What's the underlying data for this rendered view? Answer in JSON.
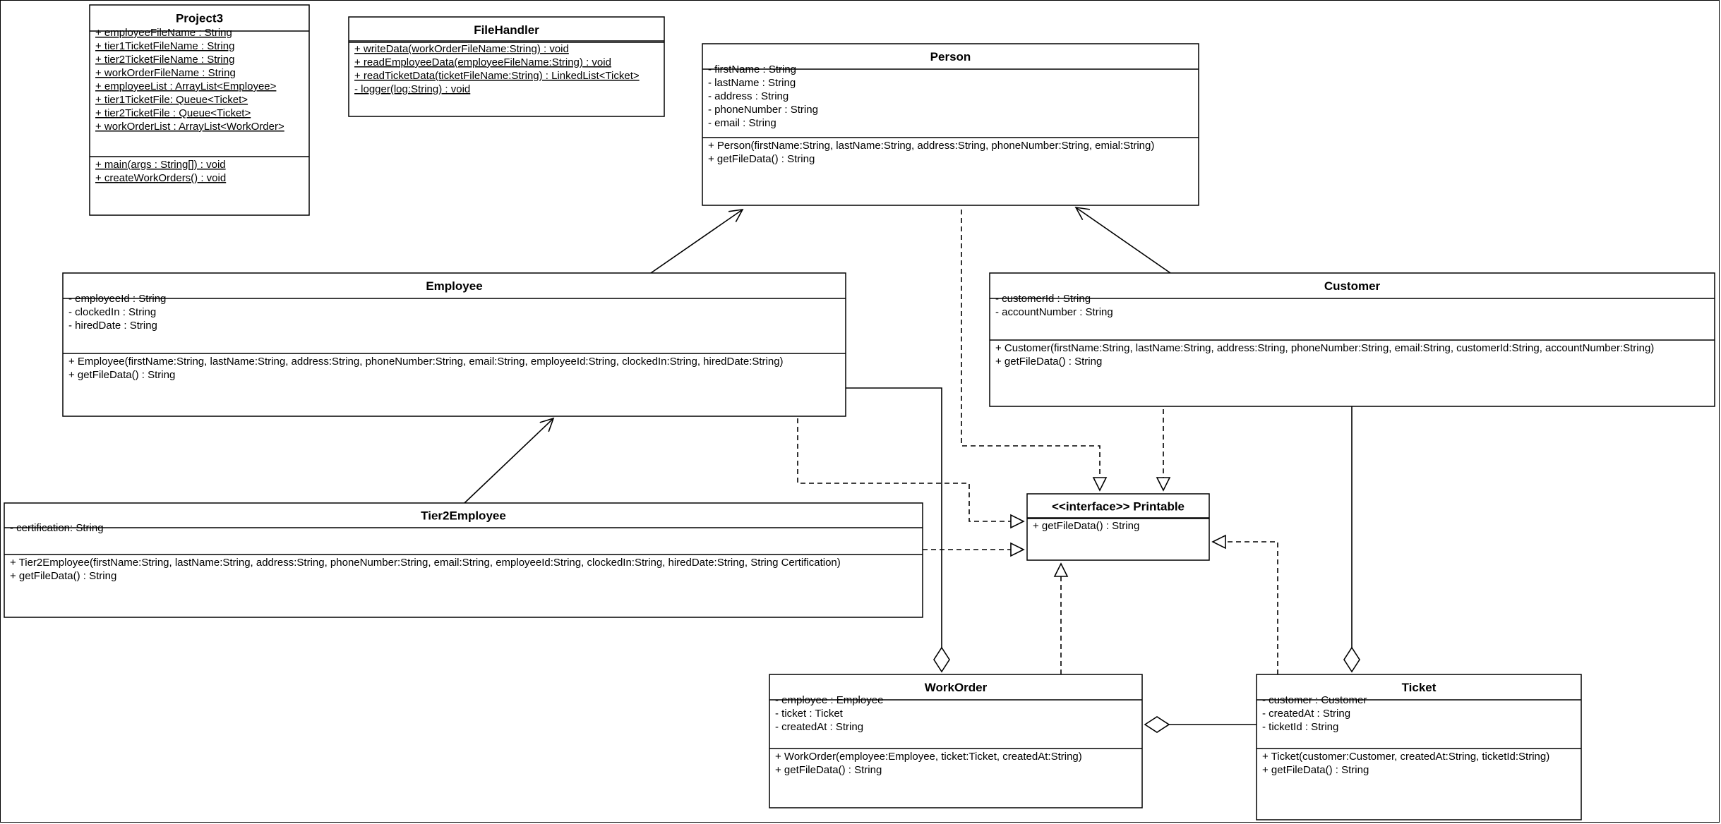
{
  "diagram": {
    "classes": [
      {
        "id": "project3",
        "name": "Project3",
        "attributes": [
          "+ employeeFileName : String",
          "+ tier1TicketFileName : String",
          "+ tier2TicketFileName : String",
          "+ workOrderFileName : String",
          "+ employeeList : ArrayList<Employee>",
          "+ tier1TicketFile: Queue<Ticket>",
          "+ tier2TicketFile : Queue<Ticket>",
          "+ workOrderList : ArrayList<WorkOrder>"
        ],
        "methods": [
          "+ main(args : String[]) : void",
          "+ createWorkOrders() : void"
        ],
        "static": true
      },
      {
        "id": "filehandler",
        "name": "FileHandler",
        "attributes": [],
        "methods": [
          "+ writeData(workOrderFileName:String) : void",
          "+ readEmployeeData(employeeFileName:String) : void",
          "+ readTicketData(ticketFileName:String) : LinkedList<Ticket>",
          "- logger(log:String) : void"
        ],
        "static": true
      },
      {
        "id": "person",
        "name": "Person",
        "attributes": [
          "- firstName : String",
          "- lastName : String",
          "- address : String",
          "- phoneNumber : String",
          "- email : String"
        ],
        "methods": [
          "+ Person(firstName:String, lastName:String, address:String, phoneNumber:String, emial:String)",
          "+ getFileData() : String"
        ]
      },
      {
        "id": "employee",
        "name": "Employee",
        "attributes": [
          "- employeeId : String",
          "- clockedIn : String",
          "- hiredDate : String"
        ],
        "methods": [
          "+ Employee(firstName:String, lastName:String, address:String, phoneNumber:String, email:String, employeeId:String, clockedIn:String, hiredDate:String)",
          "+ getFileData() : String"
        ]
      },
      {
        "id": "customer",
        "name": "Customer",
        "attributes": [
          "- customerId : String",
          "- accountNumber : String"
        ],
        "methods": [
          "+ Customer(firstName:String, lastName:String, address:String, phoneNumber:String, email:String, customerId:String, accountNumber:String)",
          "+ getFileData() : String"
        ]
      },
      {
        "id": "tier2employee",
        "name": "Tier2Employee",
        "attributes": [
          "- certification: String"
        ],
        "methods": [
          "+ Tier2Employee(firstName:String, lastName:String, address:String, phoneNumber:String, email:String, employeeId:String, clockedIn:String, hiredDate:String, String Certification)",
          "+ getFileData() : String"
        ]
      },
      {
        "id": "printable",
        "name": "<<interface>> Printable",
        "attributes": [],
        "methods": [
          "+ getFileData() : String"
        ]
      },
      {
        "id": "workorder",
        "name": "WorkOrder",
        "attributes": [
          "- employee : Employee",
          "- ticket : Ticket",
          "- createdAt : String"
        ],
        "methods": [
          "+ WorkOrder(employee:Employee, ticket:Ticket, createdAt:String)",
          "+ getFileData() : String"
        ]
      },
      {
        "id": "ticket",
        "name": "Ticket",
        "attributes": [
          "- customer : Customer",
          "- createdAt : String",
          "- ticketId : String"
        ],
        "methods": [
          "+ Ticket(customer:Customer, createdAt:String, ticketId:String)",
          "+ getFileData() : String"
        ]
      }
    ],
    "relationships": [
      {
        "id": "employee-inherits-person",
        "type": "generalization",
        "from": "employee",
        "to": "person"
      },
      {
        "id": "customer-inherits-person",
        "type": "generalization",
        "from": "customer",
        "to": "person"
      },
      {
        "id": "tier2employee-inherits-employee",
        "type": "generalization",
        "from": "tier2employee",
        "to": "employee"
      },
      {
        "id": "person-realizes-printable",
        "type": "realization",
        "from": "person",
        "to": "printable"
      },
      {
        "id": "customer-realizes-printable",
        "type": "realization",
        "from": "customer",
        "to": "printable"
      },
      {
        "id": "employee-realizes-printable",
        "type": "realization",
        "from": "employee",
        "to": "printable"
      },
      {
        "id": "tier2employee-realizes-printable",
        "type": "realization",
        "from": "tier2employee",
        "to": "printable"
      },
      {
        "id": "workorder-realizes-printable",
        "type": "realization",
        "from": "workorder",
        "to": "printable"
      },
      {
        "id": "ticket-realizes-printable",
        "type": "realization",
        "from": "ticket",
        "to": "printable"
      },
      {
        "id": "employee-aggregated-in-workorder",
        "type": "aggregation",
        "from": "employee",
        "to": "workorder"
      },
      {
        "id": "customer-aggregated-in-ticket",
        "type": "aggregation",
        "from": "customer",
        "to": "ticket"
      },
      {
        "id": "ticket-aggregated-in-workorder",
        "type": "aggregation",
        "from": "ticket",
        "to": "workorder"
      }
    ]
  }
}
